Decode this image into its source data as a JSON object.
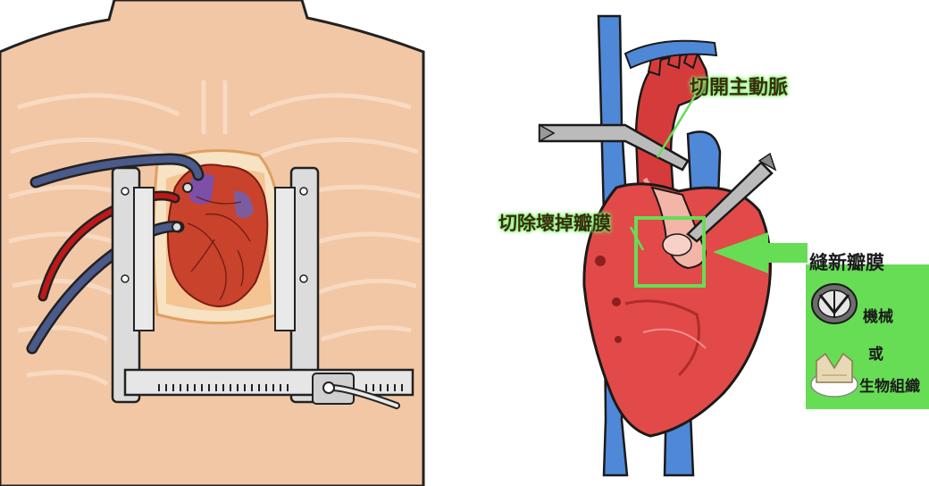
{
  "labels": {
    "open_aorta": "切開主動脈",
    "remove_damaged_valve": "切除壞掉瓣膜",
    "suture_new_valve": "縫新瓣膜",
    "mechanical": "機械",
    "or": "或",
    "bioprosthetic": "生物組織"
  },
  "colors": {
    "skin": "#f2c7a5",
    "heart_red": "#d63b3b",
    "vein_blue": "#4f88d6",
    "highlight_green": "#66dd55",
    "retractor_gray": "#d9d9d9"
  }
}
